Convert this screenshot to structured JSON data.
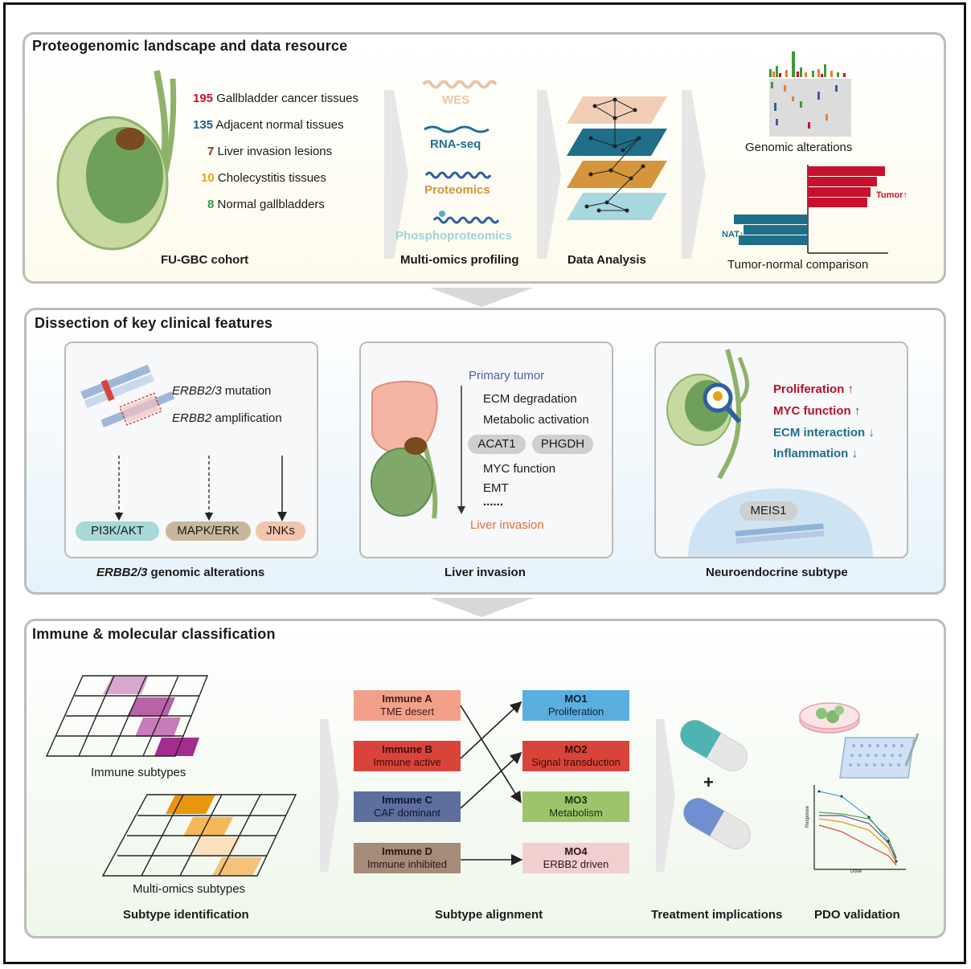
{
  "panel1": {
    "title": "Proteogenomic landscape and data resource",
    "cohort": [
      {
        "count": "195",
        "label": "Gallbladder cancer tissues",
        "color": "#c8102e"
      },
      {
        "count": "135",
        "label": "Adjacent normal tissues",
        "color": "#1f5f8b"
      },
      {
        "count": "7",
        "label": "Liver invasion lesions",
        "color": "#7a3b12"
      },
      {
        "count": "10",
        "label": "Cholecystitis tissues",
        "color": "#e8a317"
      },
      {
        "count": "8",
        "label": "Normal gallbladders",
        "color": "#2e9b4e"
      }
    ],
    "cohort_label": "FU-GBC cohort",
    "omics": [
      {
        "label": "WES",
        "color": "#e9c3a8"
      },
      {
        "label": "RNA-seq",
        "color": "#1f6f96"
      },
      {
        "label": "Proteomics",
        "color": "#d4953b"
      },
      {
        "label": "Phosphoproteomics",
        "color": "#9fd3da"
      }
    ],
    "omics_label": "Multi-omics profiling",
    "analysis_label": "Data Analysis",
    "genomic_label": "Genomic alterations",
    "tumor_up": "Tumor",
    "nat_up": "NAT",
    "comparison_label": "Tumor-normal comparison"
  },
  "panel2": {
    "title": "Dissection of key clinical features",
    "erbb": {
      "mutation_gene": "ERBB2/3",
      "mutation_text": " mutation",
      "amp_gene": "ERBB2",
      "amp_text": " amplification",
      "pathways": [
        {
          "label": "PI3K/AKT",
          "color": "#a8d8d8"
        },
        {
          "label": "MAPK/ERK",
          "color": "#c8b79a"
        },
        {
          "label": "JNKs",
          "color": "#f2c4ae"
        }
      ],
      "caption_gene": "ERBB2/3",
      "caption_text": " genomic alterations"
    },
    "liver": {
      "start": "Primary tumor",
      "steps": [
        "ECM degradation",
        "Metabolic activation"
      ],
      "genes": [
        "ACAT1",
        "PHGDH"
      ],
      "steps2": [
        "MYC function",
        "EMT",
        "......"
      ],
      "end": "Liver invasion",
      "caption": "Liver invasion"
    },
    "neuro": {
      "features": [
        {
          "label": "Proliferation",
          "arrow": "↑",
          "color": "#b3122e"
        },
        {
          "label": "MYC function",
          "arrow": "↑",
          "color": "#b3122e"
        },
        {
          "label": "ECM interaction",
          "arrow": "↓",
          "color": "#1f6f8b"
        },
        {
          "label": "Inflammation",
          "arrow": "↓",
          "color": "#1f6f8b"
        }
      ],
      "gene": "MEIS1",
      "caption": "Neuroendocrine subtype"
    }
  },
  "panel3": {
    "title": "Immune & molecular classification",
    "immune_label": "Immune subtypes",
    "mo_label": "Multi-omics subtypes",
    "identification_label": "Subtype identification",
    "immune": [
      {
        "name": "Immune A",
        "desc": "TME desert",
        "color": "#f2a08a"
      },
      {
        "name": "Immune B",
        "desc": "Immune active",
        "color": "#d9443a"
      },
      {
        "name": "Immune C",
        "desc": "CAF dominant",
        "color": "#5e6f9e"
      },
      {
        "name": "Immune D",
        "desc": "Immune inhibited",
        "color": "#a58b78"
      }
    ],
    "mo": [
      {
        "name": "MO1",
        "desc": "Proliferation",
        "color": "#5aaee0"
      },
      {
        "name": "MO2",
        "desc": "Signal transduction",
        "color": "#d9443a"
      },
      {
        "name": "MO3",
        "desc": "Metabolism",
        "color": "#9dc46a"
      },
      {
        "name": "MO4",
        "desc": "ERBB2 driven",
        "color": "#f1cfcf"
      }
    ],
    "alignment_label": "Subtype alignment",
    "plus": "+",
    "treatment_label": "Treatment implications",
    "pdo_label": "PDO validation",
    "response_axis": "Response",
    "dose_axis": "Dose"
  },
  "colors": {
    "tissue_green": "#a7c27c",
    "tumor_red": "#c8102e",
    "nat_blue": "#1f6f8b"
  }
}
